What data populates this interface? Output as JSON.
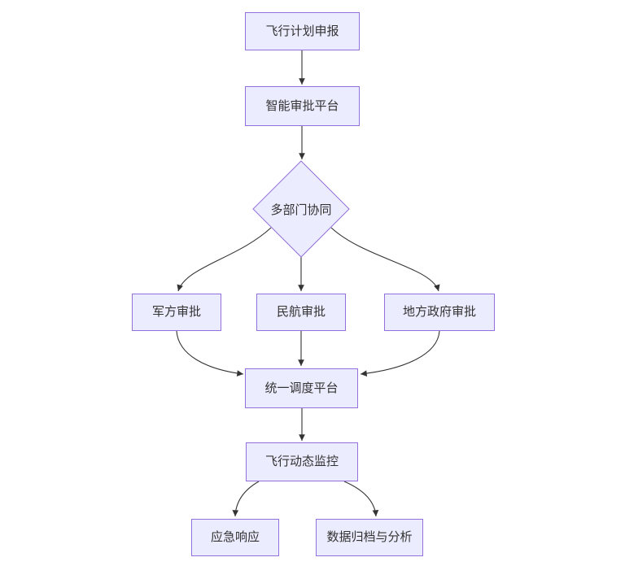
{
  "diagram": {
    "type": "flowchart",
    "direction": "top-down",
    "nodes": [
      {
        "id": "flight-plan-declaration",
        "label": "飞行计划申报",
        "shape": "rect"
      },
      {
        "id": "smart-approval-platform",
        "label": "智能审批平台",
        "shape": "rect"
      },
      {
        "id": "multi-department-coordination",
        "label": "多部门协同",
        "shape": "diamond"
      },
      {
        "id": "military-approval",
        "label": "军方审批",
        "shape": "rect"
      },
      {
        "id": "civil-aviation-approval",
        "label": "民航审批",
        "shape": "rect"
      },
      {
        "id": "local-government-approval",
        "label": "地方政府审批",
        "shape": "rect"
      },
      {
        "id": "unified-dispatch-platform",
        "label": "统一调度平台",
        "shape": "rect"
      },
      {
        "id": "flight-status-monitoring",
        "label": "飞行动态监控",
        "shape": "rect"
      },
      {
        "id": "emergency-response",
        "label": "应急响应",
        "shape": "rect"
      },
      {
        "id": "data-archiving-analysis",
        "label": "数据归档与分析",
        "shape": "rect"
      }
    ],
    "edges": [
      {
        "from": "飞行计划申报",
        "to": "智能审批平台"
      },
      {
        "from": "智能审批平台",
        "to": "多部门协同"
      },
      {
        "from": "多部门协同",
        "to": "军方审批"
      },
      {
        "from": "多部门协同",
        "to": "民航审批"
      },
      {
        "from": "多部门协同",
        "to": "地方政府审批"
      },
      {
        "from": "军方审批",
        "to": "统一调度平台"
      },
      {
        "from": "民航审批",
        "to": "统一调度平台"
      },
      {
        "from": "地方政府审批",
        "to": "统一调度平台"
      },
      {
        "from": "统一调度平台",
        "to": "飞行动态监控"
      },
      {
        "from": "飞行动态监控",
        "to": "应急响应"
      },
      {
        "from": "飞行动态监控",
        "to": "数据归档与分析"
      }
    ],
    "colors": {
      "node_fill": "#ECECFF",
      "node_border": "#9370DB",
      "edge_line": "#333333",
      "arrowhead": "#333333",
      "text": "#333333",
      "background": "#FFFFFF"
    }
  }
}
